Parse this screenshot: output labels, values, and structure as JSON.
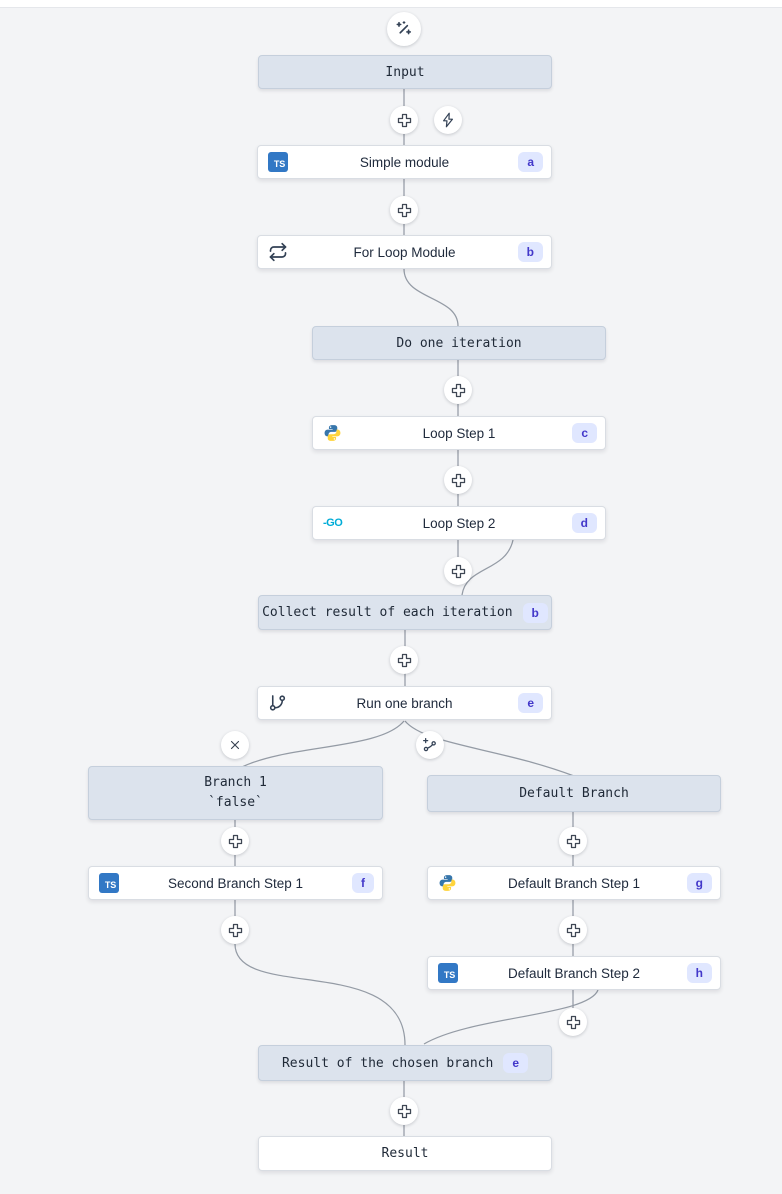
{
  "nodes": [
    {
      "label": "Input"
    },
    {
      "label": "Simple module",
      "badge": "a",
      "lang": "typescript"
    },
    {
      "label": "For Loop Module",
      "badge": "b",
      "icon": "repeat"
    },
    {
      "label": "Do one iteration"
    },
    {
      "label": "Loop Step 1",
      "badge": "c",
      "lang": "python"
    },
    {
      "label": "Loop Step 2",
      "badge": "d",
      "lang": "go"
    },
    {
      "label": "Collect result of each iteration",
      "badge": "b"
    },
    {
      "label": "Run one branch",
      "badge": "e",
      "icon": "git-branch"
    },
    {
      "label": "Branch 1",
      "sublabel": "`false`"
    },
    {
      "label": "Default Branch"
    },
    {
      "label": "Second Branch Step 1",
      "badge": "f",
      "lang": "typescript"
    },
    {
      "label": "Default Branch Step 1",
      "badge": "g",
      "lang": "python"
    },
    {
      "label": "Default Branch Step 2",
      "badge": "h",
      "lang": "typescript"
    },
    {
      "label": "Result of the chosen branch",
      "badge": "e"
    },
    {
      "label": "Result"
    }
  ],
  "icons": {
    "ts_label": "TS",
    "go_label": "-GO"
  },
  "colors": {
    "canvas_bg": "#f3f4f6",
    "virtual_node_bg": "#dce3ed",
    "virtual_node_border": "#c5cfdc",
    "badge_bg": "#e0e7ff",
    "badge_text": "#4338ca",
    "edge": "#949ba5",
    "typescript_blue": "#3278c5",
    "python_blue": "#3776ab",
    "python_yellow": "#ffd43b",
    "go_cyan": "#00acd7"
  }
}
